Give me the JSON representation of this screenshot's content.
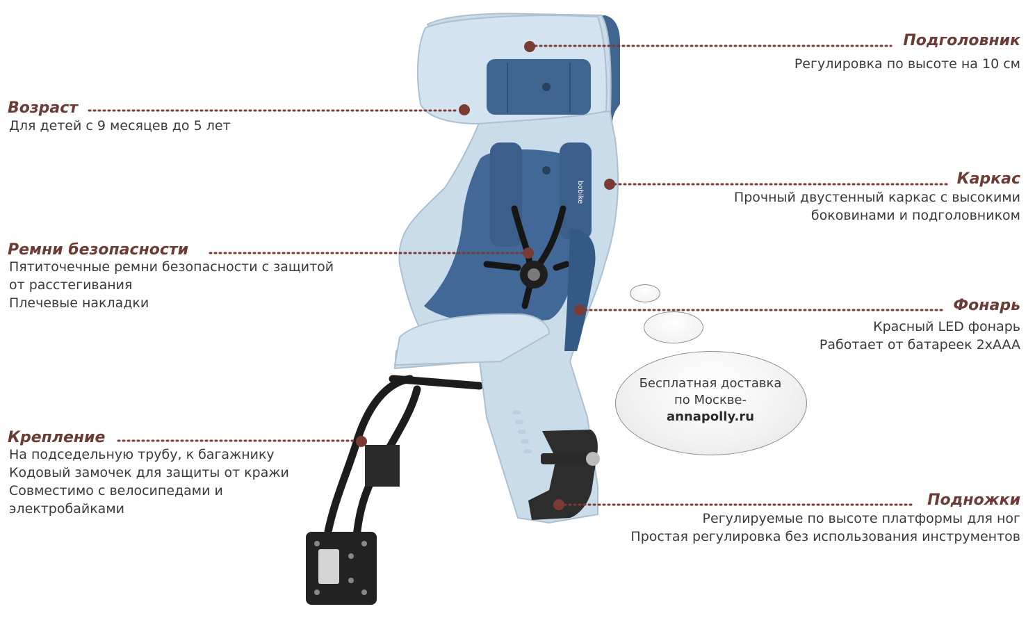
{
  "colors": {
    "label": "#6b3b35",
    "dot": "#7a3b35",
    "text": "#3a3a3a",
    "seat_light": "#c8dbea",
    "seat_dark": "#3f6590"
  },
  "features": {
    "headrest": {
      "title": "Подголовник",
      "lines": [
        "Регулировка по высоте на 10 см"
      ]
    },
    "age": {
      "title": "Возраст",
      "lines": [
        "Для детей с 9 месяцев до 5 лет"
      ]
    },
    "frame": {
      "title": "Каркас",
      "lines": [
        "Прочный двустенный каркас с высокими",
        "боковинами и подголовником"
      ]
    },
    "belts": {
      "title": "Ремни безопасности",
      "lines": [
        "Пятиточечные ремни безопасности с защитой",
        "от расстегивания",
        "Плечевые накладки"
      ]
    },
    "light": {
      "title": "Фонарь",
      "lines": [
        "Красный LED фонарь",
        "Работает от батареек 2xAAA"
      ]
    },
    "mount": {
      "title": "Крепление",
      "lines": [
        "На подседельную трубу, к багажнику",
        "Кодовый замочек для защиты от кражи",
        "Совместимо с велосипедами и",
        "электробайками"
      ]
    },
    "footrests": {
      "title": "Подножки",
      "lines": [
        "Регулируемые по высоте платформы для ног",
        "Простая регулировка без использования инструментов"
      ]
    }
  },
  "bubble": {
    "line1": "Бесплатная доставка",
    "line2": "по Москве-",
    "site": "annapolly.ru"
  },
  "product": {
    "brand_mark": "bobike"
  }
}
